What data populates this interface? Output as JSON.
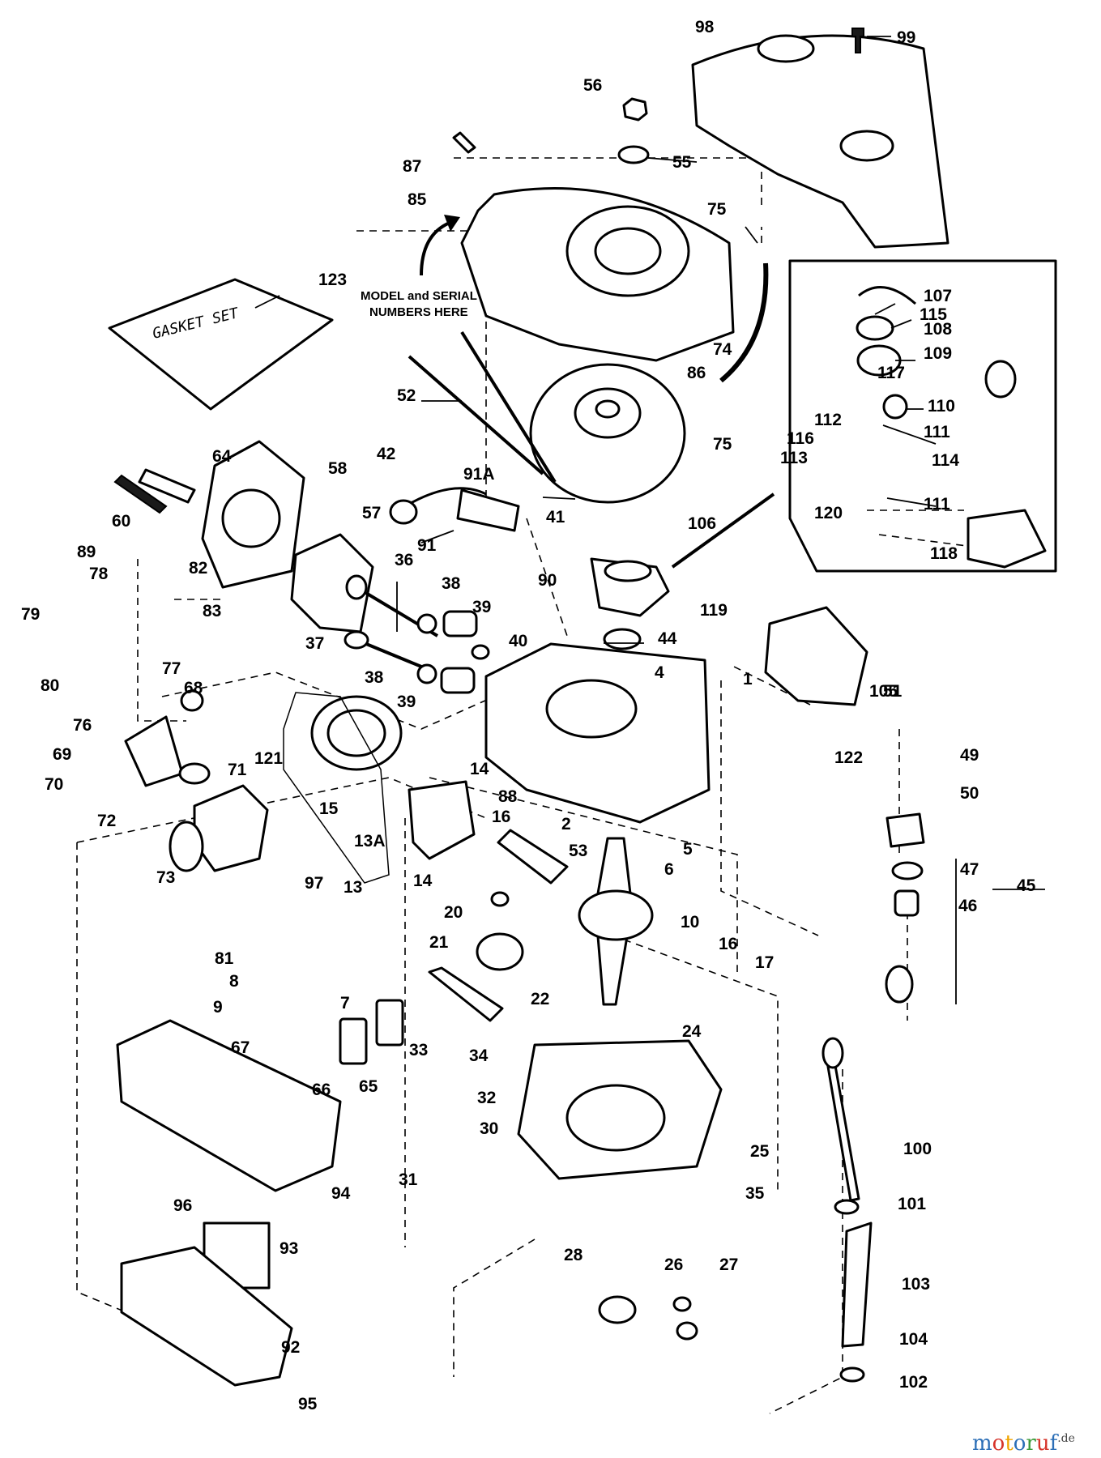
{
  "diagram": {
    "note_line1": "MODEL and SERIAL",
    "note_line2": "NUMBERS HERE",
    "gasket_set_label": "GASKET SET",
    "watermark": {
      "letters": [
        "m",
        "o",
        "t",
        "o",
        "r",
        "u",
        "f"
      ],
      "suffix": ".de",
      "colors": [
        "#2c6fb7",
        "#d6332a",
        "#f0a400",
        "#2c6fb7",
        "#3a9a3a",
        "#d6332a",
        "#2c6fb7"
      ]
    },
    "callouts": [
      {
        "id": "98",
        "label": "98"
      },
      {
        "id": "99",
        "label": "99"
      },
      {
        "id": "56",
        "label": "56"
      },
      {
        "id": "55",
        "label": "55"
      },
      {
        "id": "87",
        "label": "87"
      },
      {
        "id": "85",
        "label": "85"
      },
      {
        "id": "75a",
        "label": "75"
      },
      {
        "id": "123",
        "label": "123"
      },
      {
        "id": "74",
        "label": "74"
      },
      {
        "id": "107",
        "label": "107"
      },
      {
        "id": "115",
        "label": "115"
      },
      {
        "id": "108",
        "label": "108"
      },
      {
        "id": "109",
        "label": "109"
      },
      {
        "id": "117",
        "label": "117"
      },
      {
        "id": "110",
        "label": "110"
      },
      {
        "id": "86",
        "label": "86"
      },
      {
        "id": "75b",
        "label": "75"
      },
      {
        "id": "52",
        "label": "52"
      },
      {
        "id": "112",
        "label": "112"
      },
      {
        "id": "111a",
        "label": "111"
      },
      {
        "id": "116",
        "label": "116"
      },
      {
        "id": "113",
        "label": "113"
      },
      {
        "id": "114",
        "label": "114"
      },
      {
        "id": "111b",
        "label": "111"
      },
      {
        "id": "120",
        "label": "120"
      },
      {
        "id": "118",
        "label": "118"
      },
      {
        "id": "64",
        "label": "64"
      },
      {
        "id": "58",
        "label": "58"
      },
      {
        "id": "42",
        "label": "42"
      },
      {
        "id": "91A",
        "label": "91A"
      },
      {
        "id": "106",
        "label": "106"
      },
      {
        "id": "60",
        "label": "60"
      },
      {
        "id": "57",
        "label": "57"
      },
      {
        "id": "41",
        "label": "41"
      },
      {
        "id": "91",
        "label": "91"
      },
      {
        "id": "89",
        "label": "89"
      },
      {
        "id": "78",
        "label": "78"
      },
      {
        "id": "82",
        "label": "82"
      },
      {
        "id": "83",
        "label": "83"
      },
      {
        "id": "36",
        "label": "36"
      },
      {
        "id": "38a",
        "label": "38"
      },
      {
        "id": "90",
        "label": "90"
      },
      {
        "id": "119",
        "label": "119"
      },
      {
        "id": "79",
        "label": "79"
      },
      {
        "id": "39a",
        "label": "39"
      },
      {
        "id": "44",
        "label": "44"
      },
      {
        "id": "37",
        "label": "37"
      },
      {
        "id": "40",
        "label": "40"
      },
      {
        "id": "105",
        "label": "105"
      },
      {
        "id": "80",
        "label": "80"
      },
      {
        "id": "77",
        "label": "77"
      },
      {
        "id": "68",
        "label": "68"
      },
      {
        "id": "38b",
        "label": "38"
      },
      {
        "id": "4",
        "label": "4"
      },
      {
        "id": "39b",
        "label": "39"
      },
      {
        "id": "1",
        "label": "1"
      },
      {
        "id": "76",
        "label": "76"
      },
      {
        "id": "51",
        "label": "51"
      },
      {
        "id": "122",
        "label": "122"
      },
      {
        "id": "49",
        "label": "49"
      },
      {
        "id": "69",
        "label": "69"
      },
      {
        "id": "121",
        "label": "121"
      },
      {
        "id": "14a",
        "label": "14"
      },
      {
        "id": "71",
        "label": "71"
      },
      {
        "id": "70",
        "label": "70"
      },
      {
        "id": "88",
        "label": "88"
      },
      {
        "id": "50",
        "label": "50"
      },
      {
        "id": "15",
        "label": "15"
      },
      {
        "id": "72",
        "label": "72"
      },
      {
        "id": "2",
        "label": "2"
      },
      {
        "id": "16a",
        "label": "16"
      },
      {
        "id": "13A",
        "label": "13A"
      },
      {
        "id": "5",
        "label": "5"
      },
      {
        "id": "53",
        "label": "53"
      },
      {
        "id": "6",
        "label": "6"
      },
      {
        "id": "47",
        "label": "47"
      },
      {
        "id": "73",
        "label": "73"
      },
      {
        "id": "97",
        "label": "97"
      },
      {
        "id": "13",
        "label": "13"
      },
      {
        "id": "14b",
        "label": "14"
      },
      {
        "id": "45",
        "label": "45"
      },
      {
        "id": "46",
        "label": "46"
      },
      {
        "id": "20",
        "label": "20"
      },
      {
        "id": "10",
        "label": "10"
      },
      {
        "id": "21",
        "label": "21"
      },
      {
        "id": "81",
        "label": "81"
      },
      {
        "id": "16b",
        "label": "16"
      },
      {
        "id": "17",
        "label": "17"
      },
      {
        "id": "8",
        "label": "8"
      },
      {
        "id": "22",
        "label": "22"
      },
      {
        "id": "7",
        "label": "7"
      },
      {
        "id": "9",
        "label": "9"
      },
      {
        "id": "24",
        "label": "24"
      },
      {
        "id": "67",
        "label": "67"
      },
      {
        "id": "33",
        "label": "33"
      },
      {
        "id": "34",
        "label": "34"
      },
      {
        "id": "66",
        "label": "66"
      },
      {
        "id": "65",
        "label": "65"
      },
      {
        "id": "32",
        "label": "32"
      },
      {
        "id": "100",
        "label": "100"
      },
      {
        "id": "30",
        "label": "30"
      },
      {
        "id": "25",
        "label": "25"
      },
      {
        "id": "94",
        "label": "94"
      },
      {
        "id": "31",
        "label": "31"
      },
      {
        "id": "96",
        "label": "96"
      },
      {
        "id": "35",
        "label": "35"
      },
      {
        "id": "101",
        "label": "101"
      },
      {
        "id": "93",
        "label": "93"
      },
      {
        "id": "26",
        "label": "26"
      },
      {
        "id": "27",
        "label": "27"
      },
      {
        "id": "28",
        "label": "28"
      },
      {
        "id": "103",
        "label": "103"
      },
      {
        "id": "92",
        "label": "92"
      },
      {
        "id": "104",
        "label": "104"
      },
      {
        "id": "102",
        "label": "102"
      },
      {
        "id": "95",
        "label": "95"
      }
    ]
  }
}
